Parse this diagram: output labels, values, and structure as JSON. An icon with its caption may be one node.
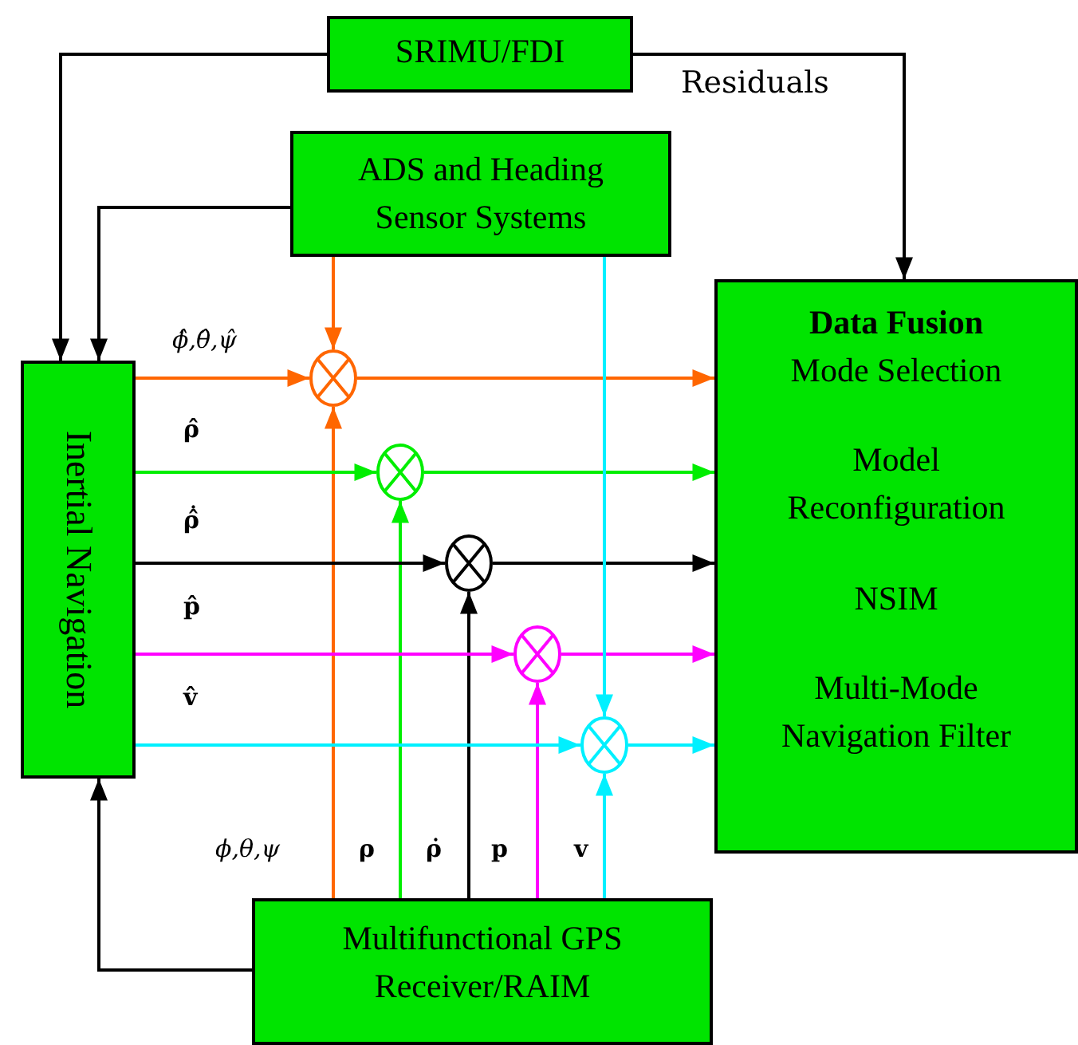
{
  "diagram": {
    "nodes": [
      {
        "text": [
          "SRIMU/FDI"
        ]
      },
      {
        "text": [
          "ADS and Heading Sensor Systems"
        ]
      },
      {
        "text": [
          "Inertial Navigation"
        ]
      },
      {
        "text": [
          "Data Fusion",
          "Mode Selection",
          "Model Reconfiguration",
          "NSIM",
          "Multi-Mode Navigation Filter"
        ]
      },
      {
        "text": [
          "Multifunctional GPS Receiver/RAIM"
        ]
      },
      {
        "text": [],
        "shape": "circle"
      },
      {
        "text": [],
        "shape": "circle"
      },
      {
        "text": [],
        "shape": "circle"
      },
      {
        "text": [],
        "shape": "circle"
      },
      {
        "text": [],
        "shape": "circle"
      }
    ],
    "edges": [
      {
        "from": 0,
        "to": 2,
        "arrow": "to"
      },
      {
        "from": 0,
        "to": 3,
        "arrow": "to",
        "label": "Residuals"
      },
      {
        "from": 1,
        "to": 2,
        "arrow": "to"
      },
      {
        "from": 4,
        "to": 2,
        "arrow": "to"
      },
      {
        "from": 1,
        "to": 5,
        "arrow": "to",
        "color": "#ff6600"
      },
      {
        "from": 2,
        "to": 5,
        "arrow": "to",
        "color": "#ff6600",
        "label": "ϕ̂,θ̂,ψ̂"
      },
      {
        "from": 5,
        "to": 3,
        "arrow": "to",
        "color": "#ff6600"
      },
      {
        "from": 4,
        "to": 5,
        "arrow": "to",
        "color": "#ff6600",
        "label": "ϕ,θ,ψ"
      },
      {
        "from": 2,
        "to": 6,
        "arrow": "to",
        "color": "#00ee00",
        "label": "ρ̂"
      },
      {
        "from": 6,
        "to": 3,
        "arrow": "to",
        "color": "#00ee00"
      },
      {
        "from": 4,
        "to": 6,
        "arrow": "to",
        "color": "#00ee00",
        "label": "ρ"
      },
      {
        "from": 2,
        "to": 7,
        "arrow": "to",
        "label": "ρ̂̇"
      },
      {
        "from": 7,
        "to": 3,
        "arrow": "to"
      },
      {
        "from": 4,
        "to": 7,
        "arrow": "to",
        "label": "ρ̇"
      },
      {
        "from": 2,
        "to": 8,
        "arrow": "to",
        "color": "#ff00ff",
        "label": "p̂"
      },
      {
        "from": 8,
        "to": 3,
        "arrow": "to",
        "color": "#ff00ff"
      },
      {
        "from": 4,
        "to": 8,
        "arrow": "to",
        "color": "#ff00ff",
        "label": "p"
      },
      {
        "from": 1,
        "to": 9,
        "arrow": "to",
        "color": "#00f0ff"
      },
      {
        "from": 2,
        "to": 9,
        "arrow": "to",
        "color": "#00f0ff",
        "label": "v̂"
      },
      {
        "from": 9,
        "to": 3,
        "arrow": "to",
        "color": "#00f0ff"
      },
      {
        "from": 4,
        "to": 9,
        "arrow": "to",
        "color": "#00f0ff",
        "label": "v"
      }
    ]
  }
}
